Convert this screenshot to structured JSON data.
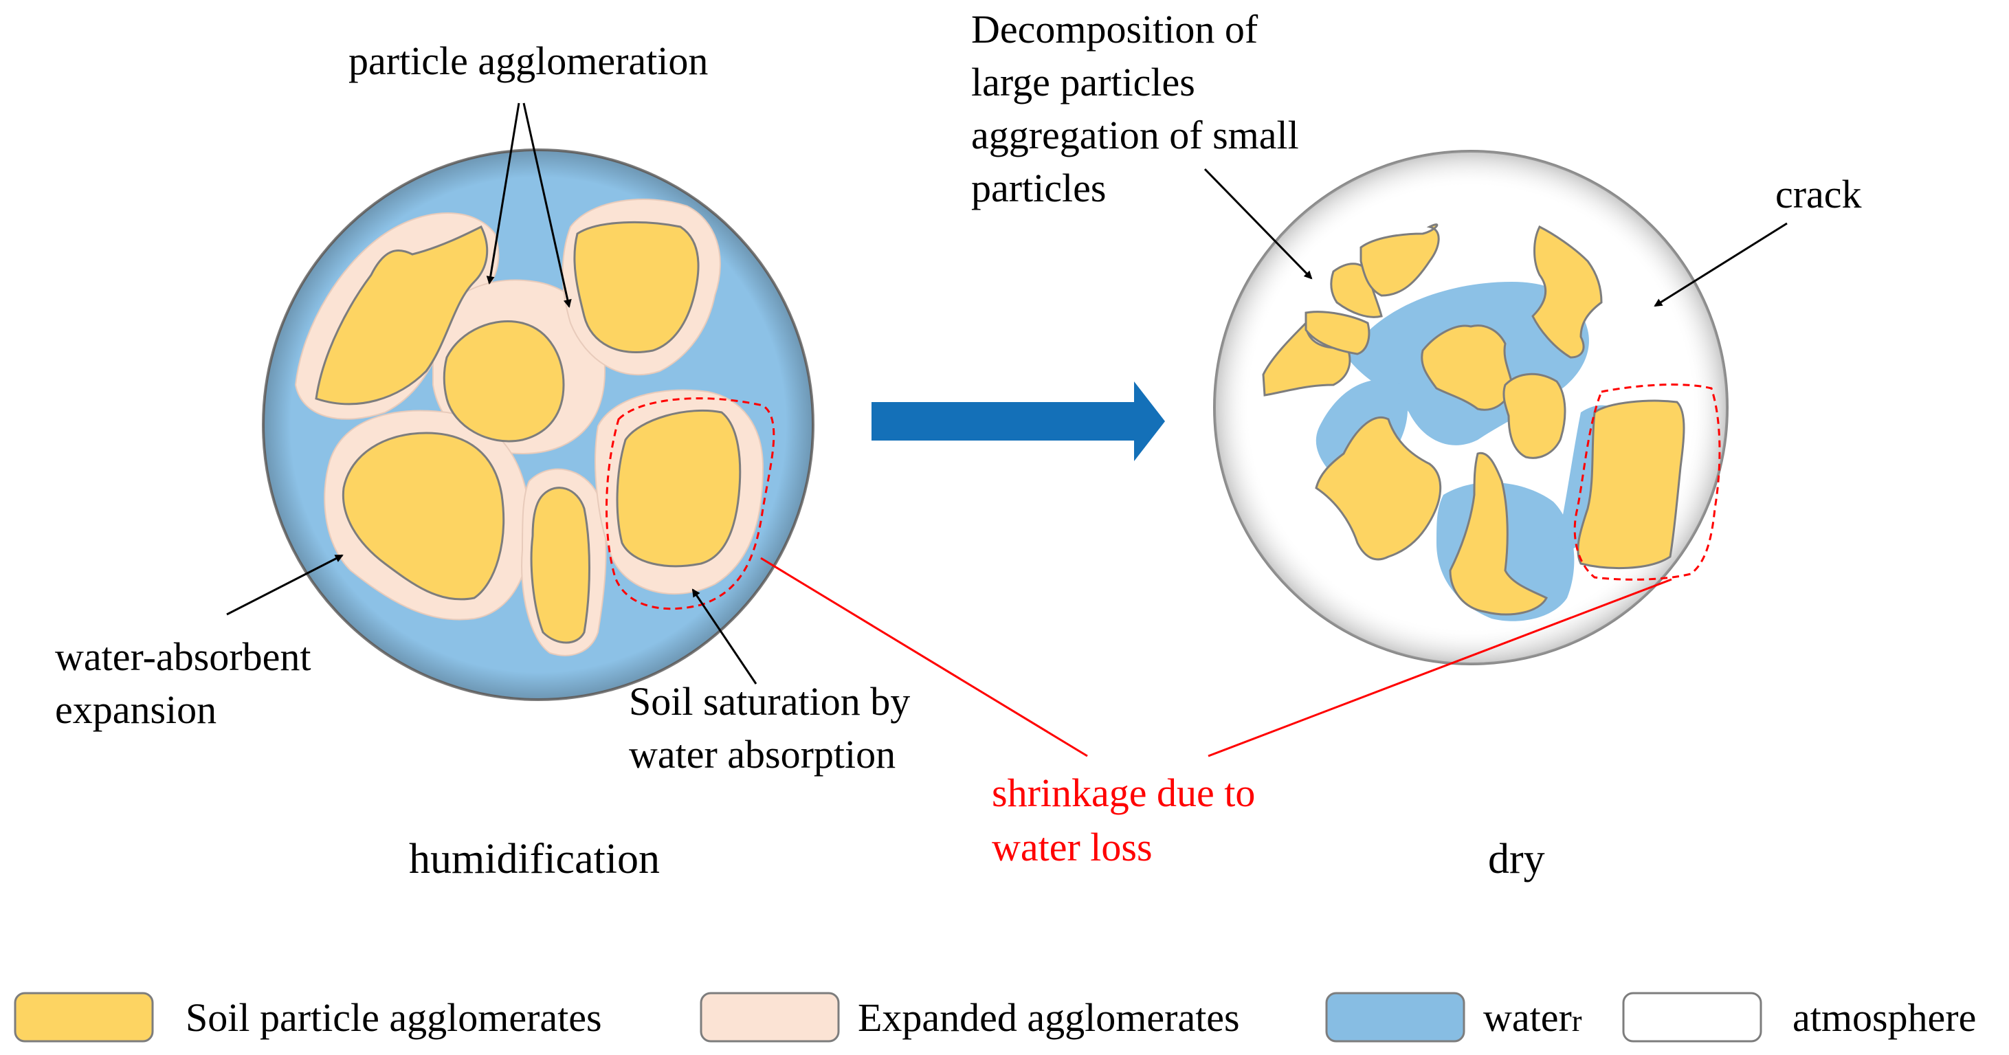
{
  "labels": {
    "particle_agglomeration": "particle agglomeration",
    "water_absorbent_expansion_1": "water-absorbent",
    "water_absorbent_expansion_2": "expansion",
    "soil_saturation_1": "Soil saturation by",
    "soil_saturation_2": "water absorption",
    "decomposition_1": "Decomposition of",
    "decomposition_2": "large particles",
    "decomposition_3": "aggregation of small",
    "decomposition_4": "particles",
    "crack": "crack",
    "shrinkage_1": "shrinkage due to",
    "shrinkage_2": "water loss",
    "humidification": "humidification",
    "dry": "dry"
  },
  "legend": [
    {
      "label": "Soil particle agglomerates",
      "color": "#fdd462"
    },
    {
      "label": "Expanded agglomerates",
      "color": "#fbe3d4"
    },
    {
      "label": "water",
      "label_suffix": "r",
      "color": "#87bde3"
    },
    {
      "label": "atmosphere",
      "color": "#ffffff"
    }
  ],
  "colors": {
    "soil": "#fdd462",
    "expanded": "#fbe3d4",
    "water": "#8cc1e6",
    "outline": "#8a8a8a",
    "arrow": "#1470b8",
    "highlight": "#ff0000"
  }
}
